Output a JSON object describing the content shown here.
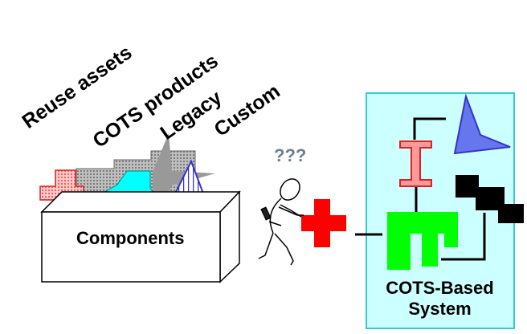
{
  "labels": {
    "reuse_assets": "Reuse assets",
    "cots_products": "COTS products",
    "legacy": "Legacy",
    "custom": "Custom",
    "question": "???",
    "components": "Components",
    "system_line1": "COTS-Based",
    "system_line2": "System"
  },
  "colors": {
    "panel_fill": "#ccffff",
    "panel_border": "#33cccc",
    "red": "#ff0000",
    "green": "#00ff00",
    "blue": "#3333cc",
    "cyan": "#00ffff",
    "pink": "#ff9999",
    "gray": "#999999",
    "black": "#000000"
  }
}
